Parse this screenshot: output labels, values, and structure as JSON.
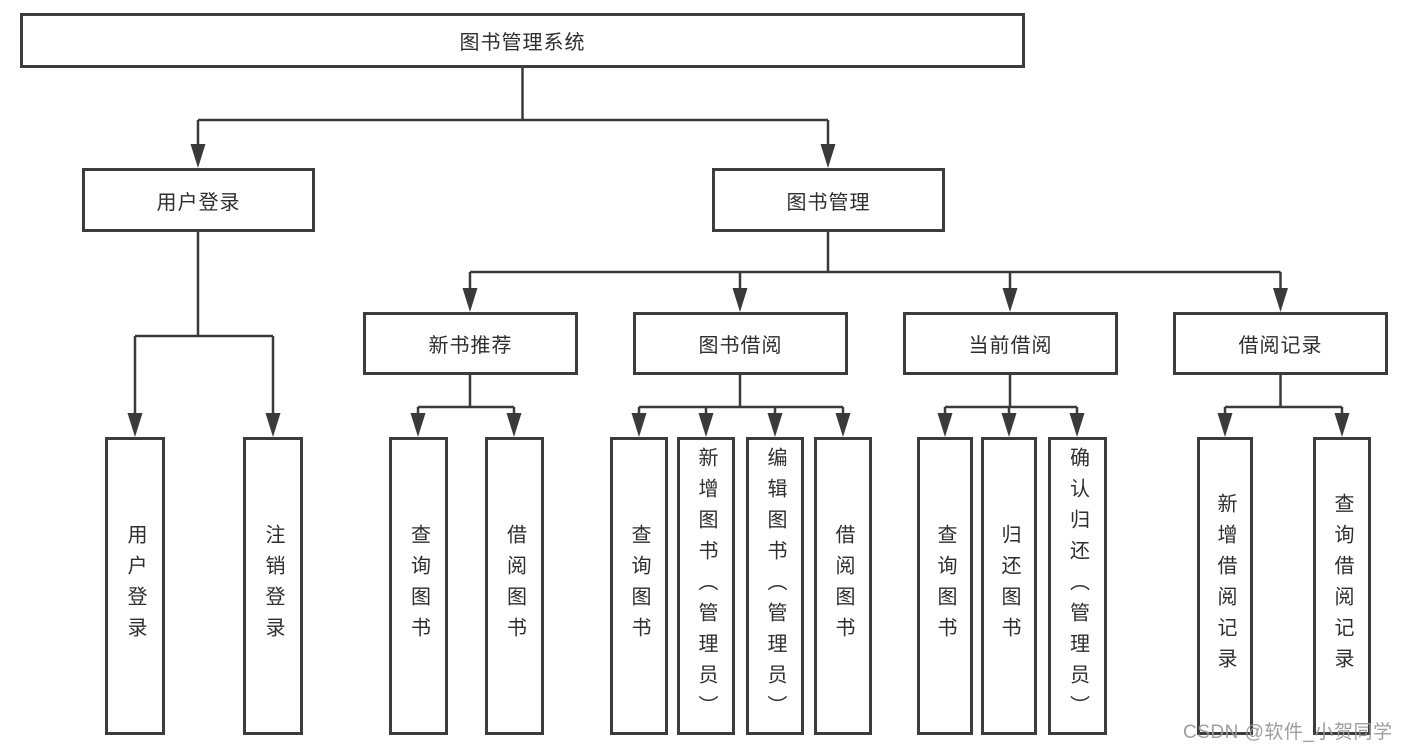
{
  "diagram": {
    "root": {
      "label": "图书管理系统",
      "children": [
        {
          "label": "用户登录",
          "children": [
            {
              "label": "用户登录"
            },
            {
              "label": "注销登录"
            }
          ]
        },
        {
          "label": "图书管理",
          "children": [
            {
              "label": "新书推荐",
              "children": [
                {
                  "label": "查询图书"
                },
                {
                  "label": "借阅图书"
                }
              ]
            },
            {
              "label": "图书借阅",
              "children": [
                {
                  "label": "查询图书"
                },
                {
                  "label": "新增图书（管理员）"
                },
                {
                  "label": "编辑图书（管理员）"
                },
                {
                  "label": "借阅图书"
                }
              ]
            },
            {
              "label": "当前借阅",
              "children": [
                {
                  "label": "查询图书"
                },
                {
                  "label": "归还图书"
                },
                {
                  "label": "确认归还（管理员）"
                }
              ]
            },
            {
              "label": "借阅记录",
              "children": [
                {
                  "label": "新增借阅记录"
                },
                {
                  "label": "查询借阅记录"
                }
              ]
            }
          ]
        }
      ]
    }
  },
  "watermark": {
    "text": "CSDN @软件_小贺同学"
  },
  "colors": {
    "line": "#3a3a3a",
    "box_border": "#3c3c3c",
    "text": "#2e2e2e",
    "watermark": "#9898a0",
    "background": "#ffffff"
  }
}
